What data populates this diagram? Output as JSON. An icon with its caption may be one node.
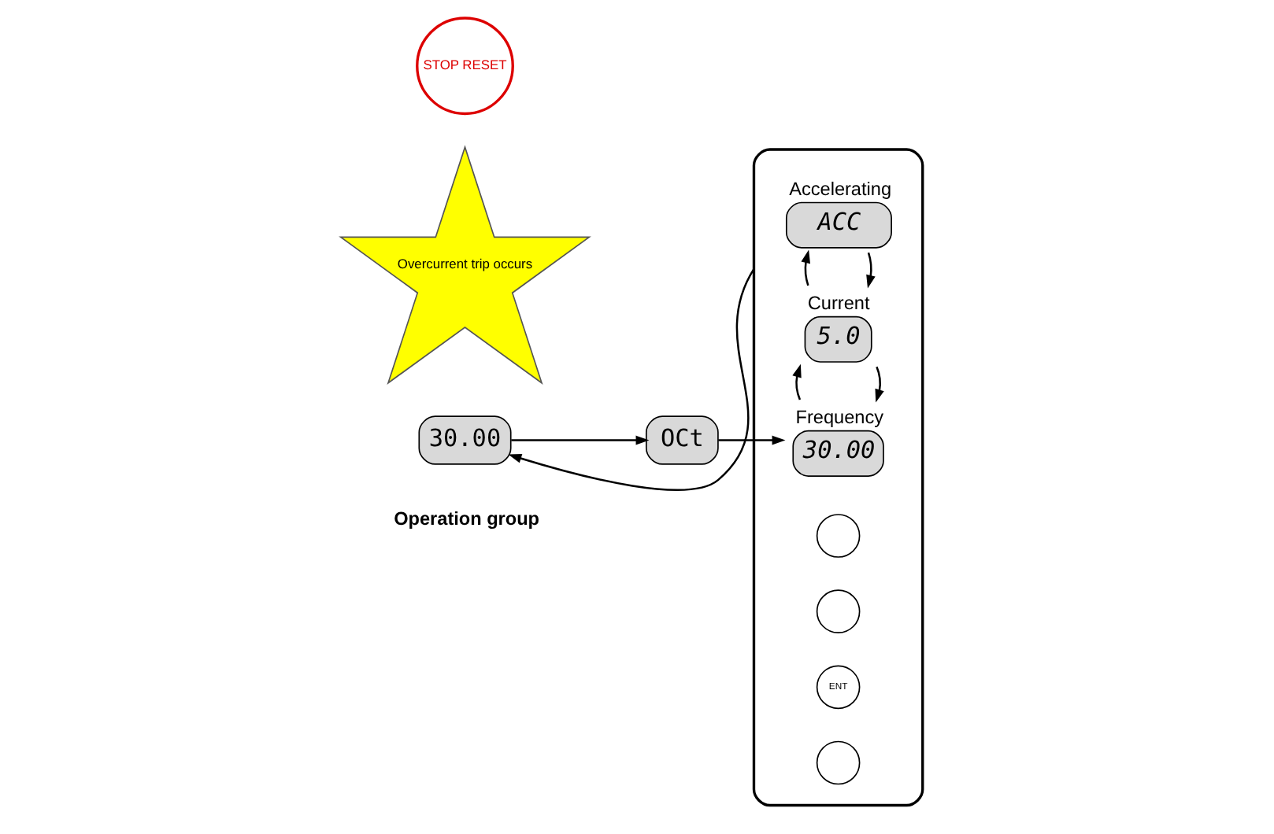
{
  "diagram": {
    "nodes": [
      {
        "text": [
          "30.00"
        ],
        "beside": [
          "Operation group"
        ]
      },
      {
        "text": [
          "Overcurrent trip occurs"
        ]
      },
      {
        "text": [
          "OCt"
        ]
      },
      {
        "text": [],
        "shape": "box"
      },
      {
        "text": [
          "Accelerating",
          "ACC"
        ],
        "in": 3
      },
      {
        "text": [
          "Current",
          "5.0"
        ],
        "in": 3
      },
      {
        "text": [
          "Frequency",
          "30.00"
        ],
        "in": 3
      },
      {
        "text": [],
        "shape": "circle",
        "in": 3
      },
      {
        "text": [],
        "shape": "circle",
        "in": 3
      },
      {
        "text": [
          "ENT"
        ],
        "in": 3
      },
      {
        "text": [],
        "shape": "circle",
        "in": 3
      },
      {
        "text": [
          "STOP RESET"
        ]
      }
    ],
    "edges": [
      {
        "from": 0,
        "to": 2,
        "arrow": "to"
      },
      {
        "from": 2,
        "to": 6,
        "arrow": "to"
      },
      {
        "from": 3,
        "to": 0,
        "arrow": "to"
      },
      {
        "from": 4,
        "to": 5,
        "arrow": "to"
      },
      {
        "from": 5,
        "to": 6,
        "arrow": "to"
      },
      {
        "from": 5,
        "to": 4,
        "arrow": "to"
      },
      {
        "from": 6,
        "to": 5,
        "arrow": "to"
      }
    ]
  }
}
